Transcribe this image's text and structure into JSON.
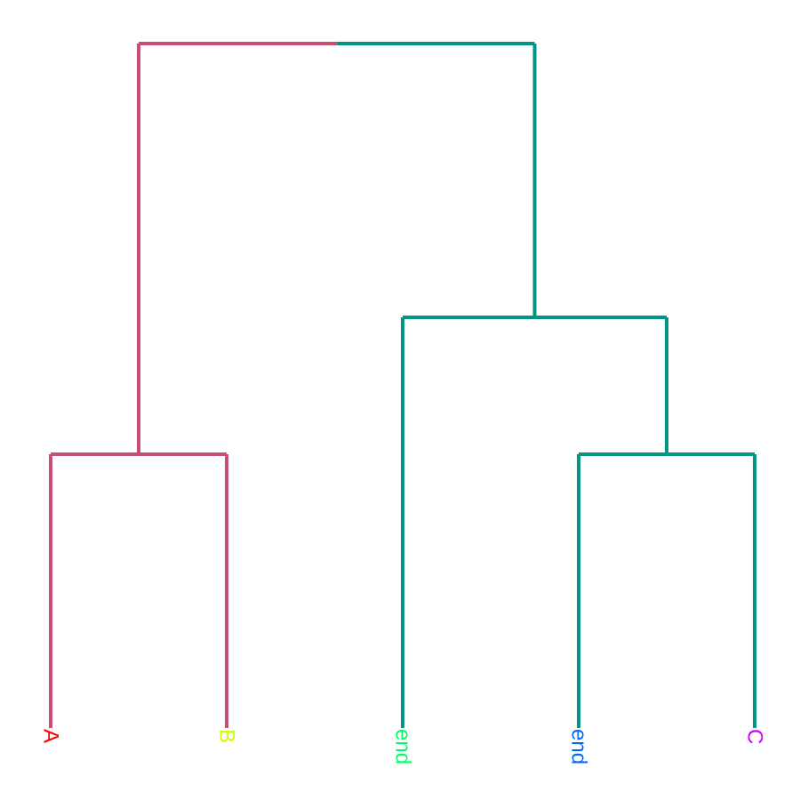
{
  "colors": {
    "cluster_left": "#c94d71",
    "cluster_right": "#019584"
  },
  "leaves": [
    {
      "id": "A",
      "label": "A",
      "color": "#ff0000"
    },
    {
      "id": "B",
      "label": "B",
      "color": "#ccff00"
    },
    {
      "id": "L3",
      "label": "end",
      "color": "#00ff66"
    },
    {
      "id": "L4",
      "label": "end",
      "color": "#0066ff"
    },
    {
      "id": "C",
      "label": "C",
      "color": "#cc00ff"
    }
  ],
  "merges": [
    {
      "id": "m_ab",
      "children": [
        "A",
        "B"
      ],
      "height": 2.0,
      "cluster": "cluster_left"
    },
    {
      "id": "m_l4c",
      "children": [
        "L4",
        "C"
      ],
      "height": 2.0,
      "cluster": "cluster_right"
    },
    {
      "id": "m_l3",
      "children": [
        "L3",
        "m_l4c"
      ],
      "height": 3.0,
      "cluster": "cluster_right"
    },
    {
      "id": "m_root",
      "children": [
        "m_ab",
        "m_l3"
      ],
      "height": 5.0,
      "cluster": "split"
    }
  ]
}
